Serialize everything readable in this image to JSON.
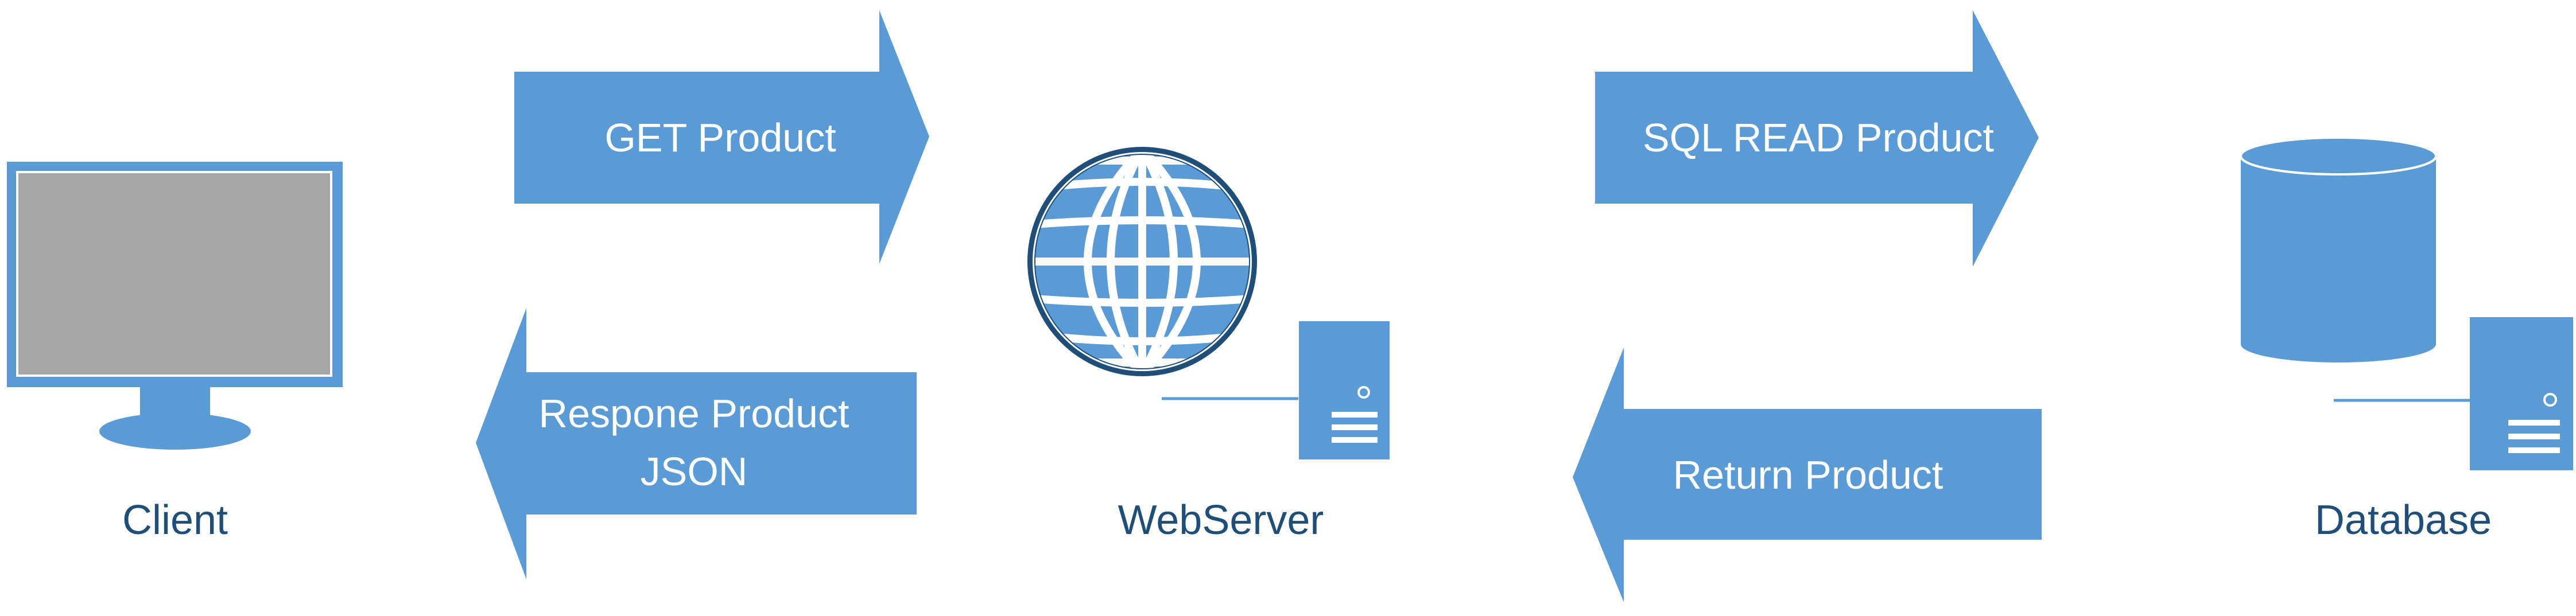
{
  "colors": {
    "accent": "#5b9bd5",
    "accent_dark": "#2e75b6",
    "screen": "#a6a6a6",
    "label_text": "#1f4e79",
    "arrow_text": "#ffffff",
    "background": "#ffffff"
  },
  "nodes": {
    "client": {
      "label": "Client",
      "icon": "monitor-icon"
    },
    "webserver": {
      "label": "WebServer",
      "icon": "globe-icon",
      "badge_icon": "server-tower-icon"
    },
    "database": {
      "label": "Database",
      "icon": "database-cylinder-icon",
      "badge_icon": "server-tower-icon"
    }
  },
  "arrows": {
    "get_product": {
      "direction": "right",
      "lines": [
        "GET Product"
      ]
    },
    "response": {
      "direction": "left",
      "lines": [
        "Respone Product",
        "JSON"
      ]
    },
    "sql_read": {
      "direction": "right",
      "lines": [
        "SQL READ Product"
      ]
    },
    "return_product": {
      "direction": "left",
      "lines": [
        "Return Product"
      ]
    }
  }
}
